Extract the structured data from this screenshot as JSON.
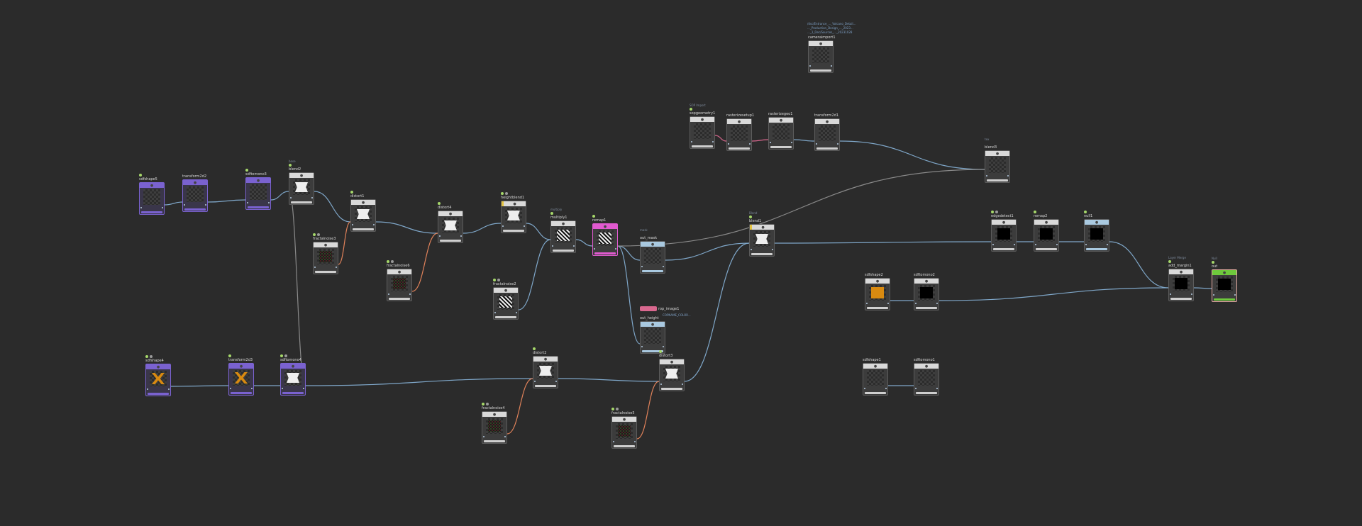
{
  "network": {
    "nodes": [
      {
        "id": "sdfshape5",
        "name": "sdfshape5",
        "style": "purple",
        "thumb": "",
        "flags": 1
      },
      {
        "id": "transform2d2",
        "name": "transform2d2",
        "style": "purple",
        "thumb": "",
        "flags": 0
      },
      {
        "id": "sdftomono3",
        "name": "sdftomono3",
        "style": "purple",
        "thumb": "",
        "flags": 1
      },
      {
        "id": "blend2",
        "name": "blend2",
        "comment": "base",
        "style": "",
        "thumb": "mask",
        "flags": 1
      },
      {
        "id": "distort1",
        "name": "distort1",
        "style": "",
        "thumb": "mask",
        "flags": 1
      },
      {
        "id": "distort4",
        "name": "distort4",
        "style": "",
        "thumb": "mask",
        "flags": 1
      },
      {
        "id": "fractalnoise3",
        "name": "fractalnoise3",
        "style": "",
        "thumb": "noise",
        "flags": 2
      },
      {
        "id": "fractalnoise6",
        "name": "fractalnoise6",
        "style": "",
        "thumb": "noise",
        "flags": 2
      },
      {
        "id": "heightblend1",
        "name": "heightblend1",
        "style": "yellowbar",
        "thumb": "mask",
        "flags": 2
      },
      {
        "id": "multiply1",
        "name": "multiply1",
        "comment": "multiply",
        "style": "",
        "thumb": "bw",
        "flags": 1
      },
      {
        "id": "remap1",
        "name": "remap1",
        "style": "pink",
        "thumb": "bw",
        "flags": 1
      },
      {
        "id": "fractalnoise2",
        "name": "fractalnoise2",
        "style": "",
        "thumb": "bw",
        "flags": 2
      },
      {
        "id": "out_mask",
        "name": "out_mask",
        "comment": "mask",
        "style": "blue",
        "thumb": "",
        "flags": 0
      },
      {
        "id": "blend1",
        "name": "blend1",
        "comment": "Blend",
        "style": "yellowbar",
        "thumb": "mask",
        "flags": 1
      },
      {
        "id": "out_height",
        "name": "out_height",
        "style": "blue",
        "thumb": "",
        "flags": 0
      },
      {
        "id": "distort2",
        "name": "distort2",
        "style": "",
        "thumb": "mask",
        "flags": 1
      },
      {
        "id": "distort3",
        "name": "distort3",
        "style": "",
        "thumb": "mask",
        "flags": 1
      },
      {
        "id": "fractalnoise4",
        "name": "fractalnoise4",
        "style": "",
        "thumb": "noise",
        "flags": 2
      },
      {
        "id": "fractalnoise5",
        "name": "fractalnoise5",
        "style": "",
        "thumb": "noise",
        "flags": 2
      },
      {
        "id": "sdfshape4",
        "name": "sdfshape4",
        "style": "purple",
        "thumb": "x",
        "flags": 2
      },
      {
        "id": "transform2d3",
        "name": "transform2d3",
        "style": "purple",
        "thumb": "x",
        "flags": 1
      },
      {
        "id": "sdftomono4",
        "name": "sdftomono4",
        "style": "purple",
        "thumb": "mask",
        "flags": 2
      },
      {
        "id": "sopgeometry1",
        "name": "sopgeometry1",
        "comment": "SOP Import",
        "style": "",
        "thumb": "",
        "flags": 1
      },
      {
        "id": "rasterizesetup1",
        "name": "rasterizesetup1",
        "style": "",
        "thumb": "",
        "flags": 0
      },
      {
        "id": "rasterizegeo1",
        "name": "rasterizegeo1",
        "style": "",
        "thumb": "",
        "flags": 0
      },
      {
        "id": "transform2d1",
        "name": "transform2d1",
        "style": "",
        "thumb": "",
        "flags": 0
      },
      {
        "id": "cameraimport1",
        "name": "cameraimport1",
        "style": "",
        "thumb": "",
        "flags": 0
      },
      {
        "id": "blend3",
        "name": "blend3",
        "comment": "tex",
        "style": "",
        "thumb": "",
        "flags": 0
      },
      {
        "id": "edgedetect1",
        "name": "edgedetect1",
        "style": "",
        "thumb": "black",
        "flags": 2
      },
      {
        "id": "remap2",
        "name": "remap2",
        "style": "",
        "thumb": "black",
        "flags": 1
      },
      {
        "id": "null1",
        "name": "null1",
        "style": "blue",
        "thumb": "black",
        "flags": 1
      },
      {
        "id": "add_margin1",
        "name": "add_margin1",
        "comment": "Layer Merge",
        "style": "",
        "thumb": "black",
        "flags": 1
      },
      {
        "id": "out",
        "name": "out",
        "comment": "Null",
        "style": "green",
        "thumb": "black",
        "flags": 1
      },
      {
        "id": "sdfshape2",
        "name": "sdfshape2",
        "style": "",
        "thumb": "orange",
        "flags": 0
      },
      {
        "id": "sdftomono2",
        "name": "sdftomono2",
        "style": "",
        "thumb": "black",
        "flags": 0
      },
      {
        "id": "sdfshape1",
        "name": "sdfshape1",
        "style": "",
        "thumb": "",
        "flags": 0
      },
      {
        "id": "sdftomono1",
        "name": "sdftomono1",
        "style": "",
        "thumb": "",
        "flags": 0
      }
    ],
    "camera_comment": [
      "/dsc/Entrance_..._Volcano_Detail...",
      "..._Production_Design_..._2023...",
      "..._1_Dec/Sources_..._20231028"
    ],
    "rop": {
      "label": "rop_image1",
      "out_height_comment": "COPNAME_COLOR..."
    }
  },
  "colors": {
    "background": "#2b2b2b",
    "wire_blue": "#7fa7c9",
    "wire_orange": "#e0825a",
    "wire_pink": "#d9688f",
    "wire_gray": "#8a8a8a"
  }
}
